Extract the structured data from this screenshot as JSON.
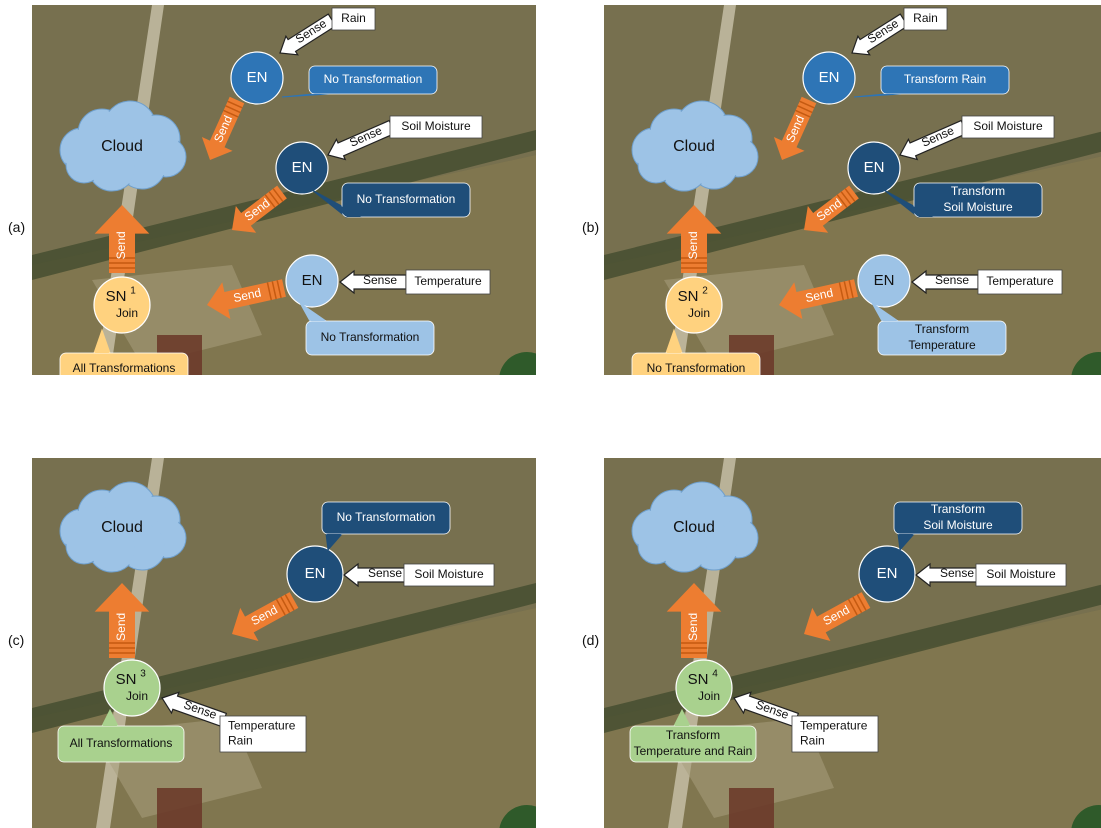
{
  "panels": [
    {
      "label": "(a)",
      "cloud": "Cloud",
      "sn": {
        "name": "SN",
        "sup": "1",
        "join": "Join",
        "color": "#FFD27F",
        "callout": [
          "All Transformations"
        ],
        "callout_color": "#FFD27F"
      },
      "sn_send": "Send",
      "ens": [
        {
          "name": "EN",
          "color": "#2E75B6",
          "sense": "Sense",
          "source": [
            "Rain"
          ],
          "callout": [
            "No Transformation"
          ],
          "send": "Send"
        },
        {
          "name": "EN",
          "color": "#1F4E79",
          "sense": "Sense",
          "source": [
            "Soil Moisture"
          ],
          "callout": [
            "No Transformation"
          ],
          "send": "Send"
        },
        {
          "name": "EN",
          "color": "#9DC3E6",
          "sense": "Sense",
          "source": [
            "Temperature"
          ],
          "callout": [
            "No Transformation"
          ],
          "send": "Send"
        }
      ]
    },
    {
      "label": "(b)",
      "cloud": "Cloud",
      "sn": {
        "name": "SN",
        "sup": "2",
        "join": "Join",
        "color": "#FFD27F",
        "callout": [
          "No Transformation"
        ],
        "callout_color": "#FFD27F"
      },
      "sn_send": "Send",
      "ens": [
        {
          "name": "EN",
          "color": "#2E75B6",
          "sense": "Sense",
          "source": [
            "Rain"
          ],
          "callout": [
            "Transform Rain"
          ],
          "send": "Send"
        },
        {
          "name": "EN",
          "color": "#1F4E79",
          "sense": "Sense",
          "source": [
            "Soil Moisture"
          ],
          "callout": [
            "Transform",
            "Soil Moisture"
          ],
          "send": "Send"
        },
        {
          "name": "EN",
          "color": "#9DC3E6",
          "sense": "Sense",
          "source": [
            "Temperature"
          ],
          "callout": [
            "Transform",
            "Temperature"
          ],
          "send": "Send"
        }
      ]
    },
    {
      "label": "(c)",
      "cloud": "Cloud",
      "sn": {
        "name": "SN",
        "sup": "3",
        "join": "Join",
        "color": "#A9D18E",
        "callout": [
          "All Transformations"
        ],
        "callout_color": "#A9D18E",
        "sense": "Sense",
        "source": [
          "Temperature",
          "Rain"
        ]
      },
      "sn_send": "Send",
      "ens": [
        {
          "name": "EN",
          "color": "#1F4E79",
          "sense": "Sense",
          "source": [
            "Soil Moisture"
          ],
          "callout": [
            "No Transformation"
          ],
          "send": "Send"
        }
      ]
    },
    {
      "label": "(d)",
      "cloud": "Cloud",
      "sn": {
        "name": "SN",
        "sup": "4",
        "join": "Join",
        "color": "#A9D18E",
        "callout": [
          "Transform",
          "Temperature and Rain"
        ],
        "callout_color": "#A9D18E",
        "sense": "Sense",
        "source": [
          "Temperature",
          "Rain"
        ]
      },
      "sn_send": "Send",
      "ens": [
        {
          "name": "EN",
          "color": "#1F4E79",
          "sense": "Sense",
          "source": [
            "Soil Moisture"
          ],
          "callout": [
            "Transform",
            "Soil Moisture"
          ],
          "send": "Send"
        }
      ]
    }
  ]
}
